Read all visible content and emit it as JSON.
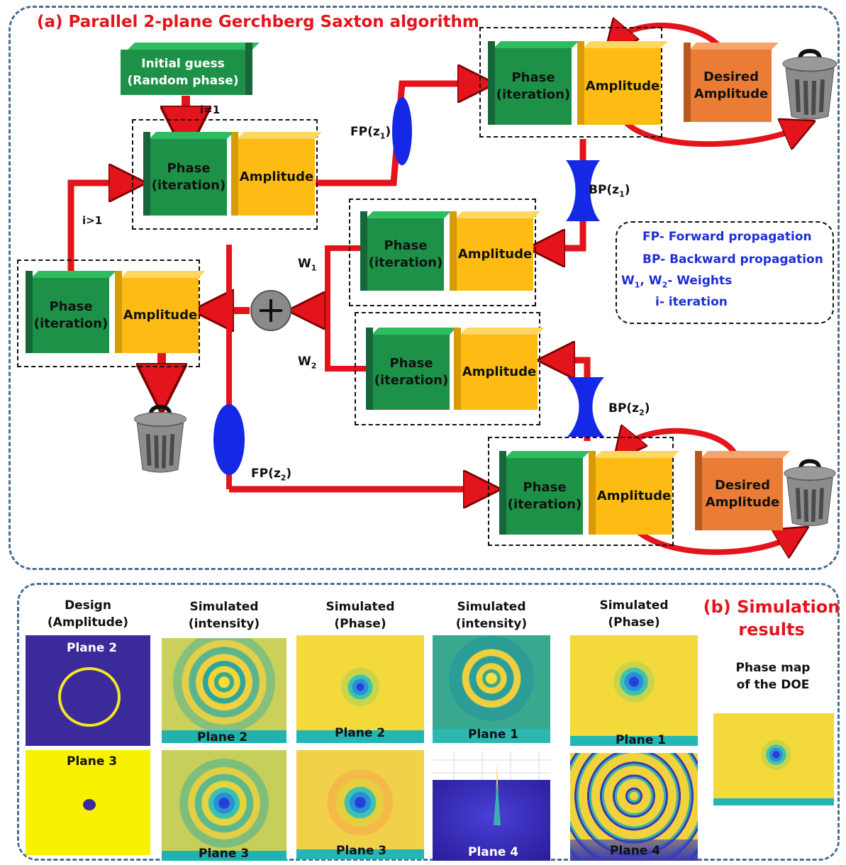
{
  "panel_a": {
    "title": "(a) Parallel 2-plane Gerchberg Saxton algorithm",
    "initial_guess": "Initial guess\n(Random phase)",
    "i1_label": "i=1",
    "igt1_label": "i>1",
    "phase_label": "Phase\n(iteration)",
    "amplitude_label": "Amplitude",
    "desired_amplitude_label": "Desired\nAmplitude",
    "fp_z1": "FP(z",
    "fp_z1_sub": "1",
    "fp_z2": "FP(z",
    "fp_z2_sub": "2",
    "bp_z1": "BP(z",
    "bp_z1_sub": "1",
    "bp_z2": "BP(z",
    "bp_z2_sub": "2",
    "w1": "W",
    "w1_sub": "1",
    "w2": "W",
    "w2_sub": "2",
    "close_paren": ")",
    "legend": {
      "fp": "FP- Forward propagation",
      "bp": "BP- Backward propagation",
      "w_prefix": "W",
      "w_sub1": "1",
      "w_mid": ", W",
      "w_sub2": "2",
      "w_suffix": "- Weights",
      "i": "i- iteration"
    },
    "colors": {
      "arrow": "#e3141b",
      "lens": "#1428e6",
      "green": "#1e9148",
      "yellow": "#fdbb13",
      "orange": "#ea7c35"
    }
  },
  "panel_b": {
    "title": "(b) Simulation\nresults",
    "columns": [
      "Design\n(Amplitude)",
      "Simulated\n(intensity)",
      "Simulated\n(Phase)",
      "Simulated\n(intensity)",
      "Simulated\n(Phase)"
    ],
    "phase_map_title": "Phase map\nof the DOE",
    "row1_labels": [
      "Plane 2",
      "Plane 2",
      "Plane 2",
      "Plane 1",
      "Plane 1"
    ],
    "row2_labels": [
      "Plane 3",
      "Plane 3",
      "Plane 3",
      "Plane 4",
      "Plane 4"
    ]
  }
}
